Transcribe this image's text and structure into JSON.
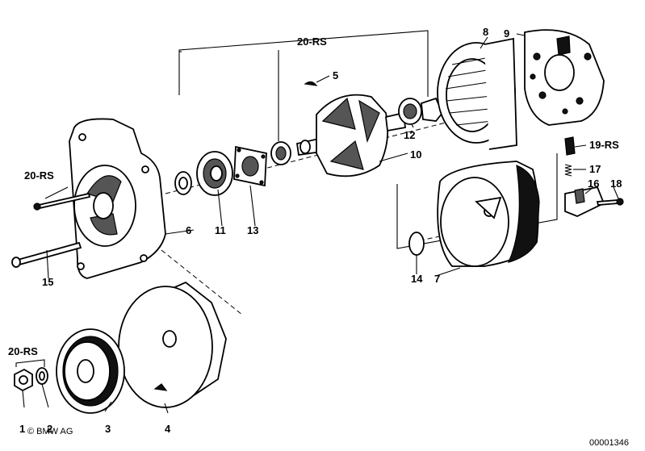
{
  "labels": {
    "p1": "1",
    "p2": "2",
    "p3": "3",
    "p4": "4",
    "p5": "5",
    "p6": "6",
    "p7": "7",
    "p8": "8",
    "p9": "9",
    "p10": "10",
    "p11": "11",
    "p12": "12",
    "p13": "13",
    "p14": "14",
    "p15": "15",
    "p16": "16",
    "p17": "17",
    "p18": "18",
    "rs_top": "20-RS",
    "rs_left": "20-RS",
    "rs_bottom": "20-RS",
    "rs_brush": "19-RS"
  },
  "copyright": "© BMW AG",
  "doc_number": "00001346"
}
